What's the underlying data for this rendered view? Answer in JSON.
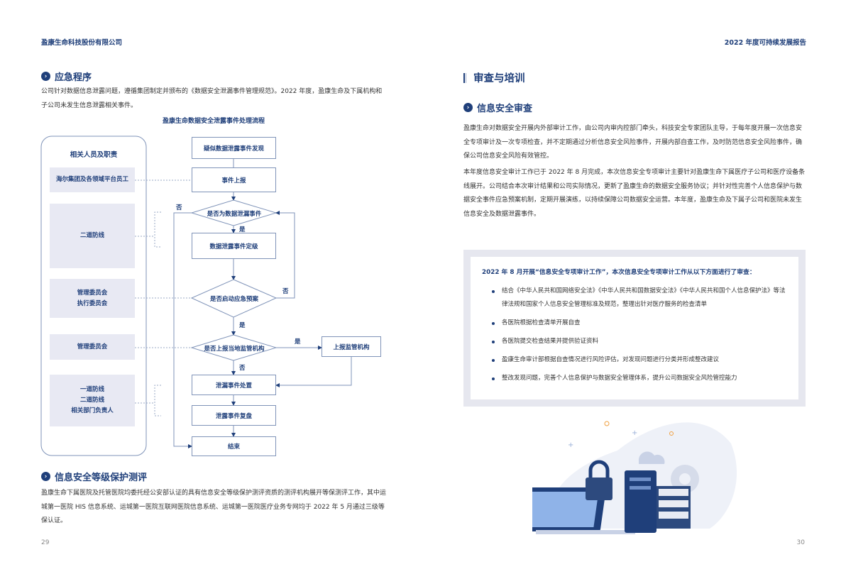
{
  "header": {
    "company": "盈康生命科技股份有限公司",
    "report": "2022 年度可持续发展报告"
  },
  "left": {
    "section1": {
      "title": "应急程序",
      "body": "公司针对数据信息泄露问题，遵循集团制定并颁布的《数据安全泄漏事件管理规范》。2022 年度，盈康生命及下属机构和子公司未发生信息泄露相关事件。"
    },
    "flow": {
      "title": "盈康生命数据安全泄露事件处理流程",
      "roles_title": "相关人员及职责",
      "roles": [
        "海尔集团及各领域平台员工",
        "二道防线",
        "管理委员会",
        "执行委员会",
        "管理委员会",
        "一道防线",
        "二道防线",
        "相关部门负责人"
      ],
      "steps": {
        "discover": "疑似数据泄露事件发现",
        "report": "事件上报",
        "is_leak": "是否为数据泄漏事件",
        "grade": "数据泄露事件定级",
        "emergency": "是否启动应急预案",
        "report_local": "是否上报当地监管机构",
        "report_regulator": "上报监管机构",
        "handle": "泄漏事件处置",
        "review": "泄露事件复盘",
        "end": "结束"
      },
      "yes": "是",
      "no": "否"
    },
    "section2": {
      "title": "信息安全等级保护测评",
      "body": "盈康生命下属医院及托管医院均委托经公安部认证的具有信息安全等级保护测评资质的测评机构展开等保测评工作，其中运城第一医院 HIS 信息系统、运城第一医院互联网医院信息系统、运城第一医院医疗业务专网均于 2022 年 5 月通过三级等保认证。"
    },
    "page": "29"
  },
  "right": {
    "chapter": "审查与培训",
    "section": {
      "title": "信息安全审查",
      "p1": "盈康生命对数据安全开展内外部审计工作，由公司内审内控部门牵头，科技安全专家团队主导，于每年度开展一次信息安全专项审计及一次专项检查，并不定期通过分析信息安全风险事件，开展内部自查工作，及时防范信息安全风险事件，确保公司信息安全风险有效管控。",
      "p2": "本年度信息安全审计工作已于 2022 年 8 月完成，本次信息安全专项审计主要针对盈康生命下属医疗子公司和医疗设备条线展开。公司结合本次审计结果和公司实际情况，更新了盈康生命的数据安全服务协议；并针对性完善个人信息保护与数据安全事件应急预案机制，定期开展演练，以持续保障公司数据安全运营。本年度，盈康生命及下属子公司和医院未发生信息安全及数据泄露事件。"
    },
    "box": {
      "intro": "2022 年 8 月开展“信息安全专项审计工作”，本次信息安全专项审计工作从以下方面进行了审查：",
      "items": [
        "结合《中华人民共和国网络安全法》《中华人民共和国数据安全法》《中华人民共和国个人信息保护法》等法律法规和国家个人信息安全管理标准及规范，整理出针对医疗服务的检查清单",
        "各医院根据检查清单开展自查",
        "各医院提交检查结果并提供验证资料",
        "盈康生命审计部根据自查情况进行风险评估，对发现问题进行分类并形成整改建议",
        "整改发现问题，完善个人信息保护与数据安全管理体系，提升公司数据安全风险管控能力"
      ]
    },
    "page": "30"
  },
  "colors": {
    "brand": "#1f3f7a",
    "panel": "#e8e9f3",
    "box_border": "#e6e7ef"
  }
}
